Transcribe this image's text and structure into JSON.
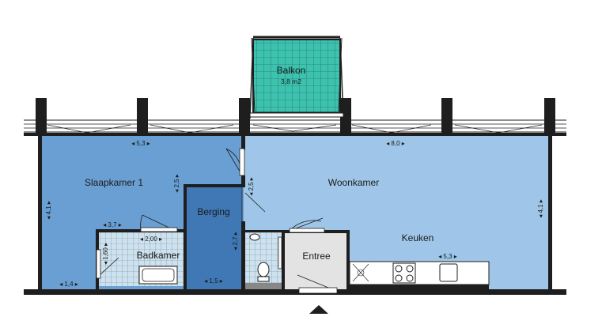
{
  "rooms": {
    "balkon": {
      "name": "Balkon",
      "area": "3,8 m2"
    },
    "slaapkamer": {
      "name": "Slaapkamer 1"
    },
    "woonkamer": {
      "name": "Woonkamer"
    },
    "berging": {
      "name": "Berging"
    },
    "badkamer": {
      "name": "Badkamer"
    },
    "entree": {
      "name": "Entree"
    },
    "keuken": {
      "name": "Keuken"
    }
  },
  "dimensions": {
    "slaapkamer_width": "◂ 5,3 ▸",
    "woonkamer_width": "◂ 8,0 ▸",
    "slaapkamer_height": "◂ 4,1 ▸",
    "woonkamer_height": "◂ 4,1 ▸",
    "slaapkamer_depth": "◂ 2,5 ▸",
    "woonkamer_depth": "◂ 2,5 ▸",
    "badkamer_width": "◂ 3,7 ▸",
    "badkamer_width_inner": "◂ 2,00 ▸",
    "badkamer_height": "◂ 1,60 ▸",
    "slaapkamer_alcove": "◂ 1,4 ▸",
    "berging_width": "◂ 1,5 ▸",
    "berging_height": "◂ 2,7 ▸",
    "keuken_width": "◂ 5,3 ▸"
  },
  "colors": {
    "slaapkamer": "#6a9fd3",
    "woonkamer": "#9fc6e8",
    "berging": "#3f78b5",
    "badkamer": "#cde2ee",
    "entree": "#e3e3e3",
    "balkon": "#3cc2ae",
    "wall": "#1e1e1e"
  },
  "icons": [
    "entrance-arrow-icon",
    "hob-icon",
    "sink-icon",
    "toilet-icon",
    "bathtub-icon",
    "door-swing-icon"
  ]
}
